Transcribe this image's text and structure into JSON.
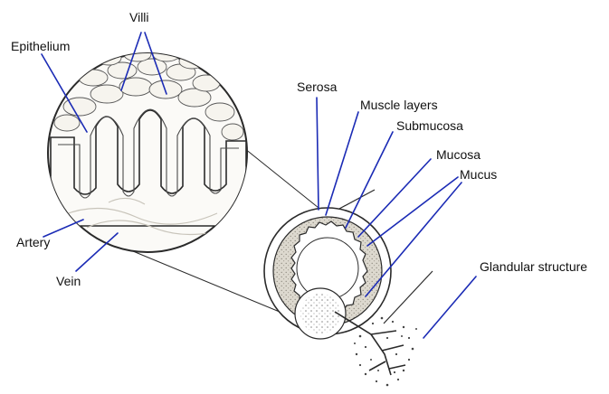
{
  "labels": {
    "villi": "Villi",
    "epithelium": "Epithelium",
    "artery": "Artery",
    "vein": "Vein",
    "serosa": "Serosa",
    "muscle_layers": "Muscle layers",
    "submucosa": "Submucosa",
    "mucosa": "Mucosa",
    "mucus": "Mucus",
    "glandular_structure": "Glandular structure"
  },
  "colors": {
    "leader_line": "#1b2bb5",
    "ink": "#2a2a2a",
    "shading": "#b8b4a8",
    "background": "#ffffff"
  }
}
